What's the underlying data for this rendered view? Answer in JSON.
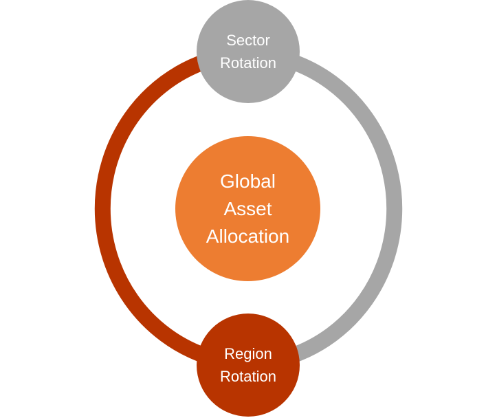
{
  "colors": {
    "left_arc": "#b83400",
    "right_arc": "#a6a6a6",
    "top_node": "#a6a6a6",
    "bottom_node": "#b83400",
    "center_node": "#ed7d31"
  },
  "nodes": {
    "top": {
      "line1": "Sector",
      "line2": "Rotation"
    },
    "bottom": {
      "line1": "Region",
      "line2": "Rotation"
    },
    "center": {
      "line1": "Global",
      "line2": "Asset",
      "line3": "Allocation"
    }
  }
}
